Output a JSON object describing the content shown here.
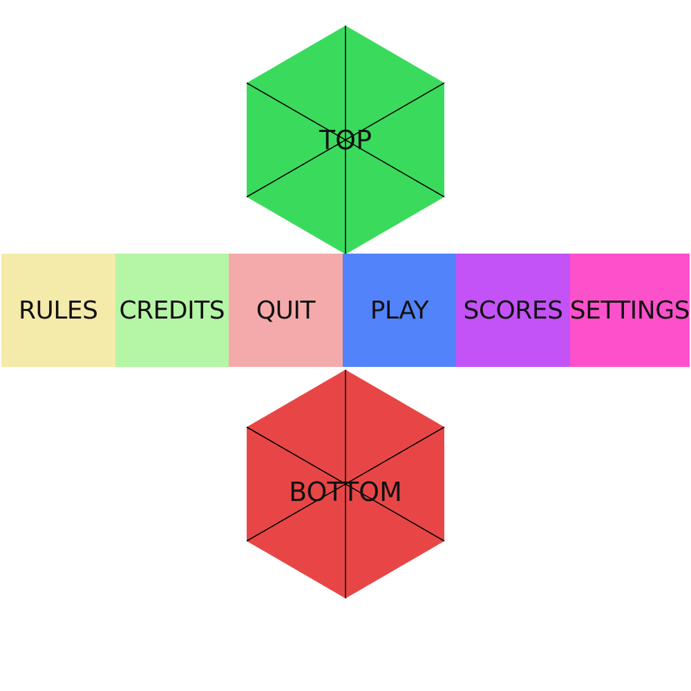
{
  "top_face": {
    "label": "TOP",
    "color": "#3ADB5C",
    "line_color": "#000000"
  },
  "bottom_face": {
    "label": "BOTTOM",
    "color": "#E84646",
    "line_color": "#000000"
  },
  "menu": {
    "items": [
      {
        "label": "RULES",
        "color": "#F4EAAA"
      },
      {
        "label": "CREDITS",
        "color": "#B5F5A6"
      },
      {
        "label": "QUIT",
        "color": "#F4AAAA"
      },
      {
        "label": "PLAY",
        "color": "#5383FB"
      },
      {
        "label": "SCORES",
        "color": "#C352F7"
      },
      {
        "label": "SETTINGS",
        "color": "#FC51CB"
      }
    ]
  }
}
